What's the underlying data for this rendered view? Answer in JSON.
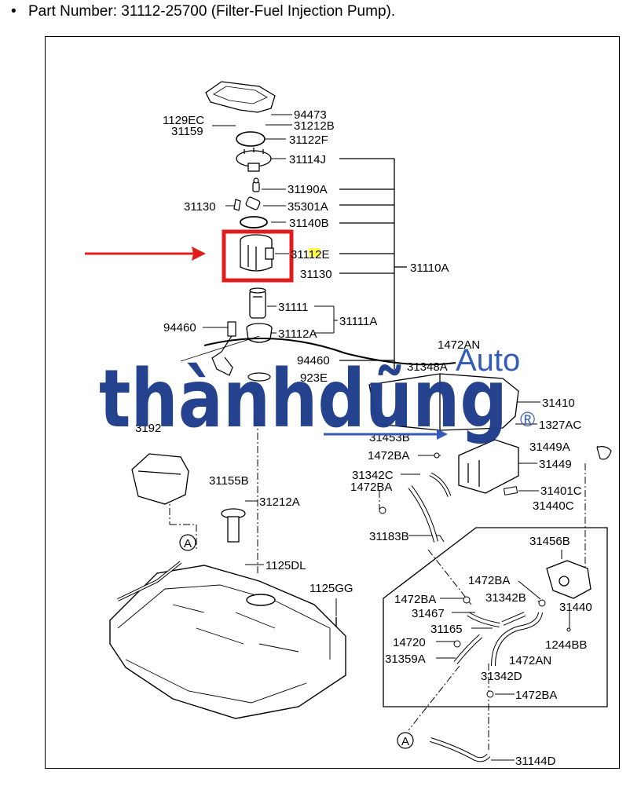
{
  "caption": {
    "bullet": "•",
    "text": "Part Number: 31112-25700 (Filter-Fuel Injection Pump)."
  },
  "highlight": {
    "box_color": "#e01c1c",
    "arrow_color": "#e01c1c"
  },
  "watermark": {
    "brand": "thànhdũng",
    "sub": "Auto",
    "mark": "®",
    "color": "#1e3c8c"
  },
  "labels": {
    "p94473": "94473",
    "p1129EC": "1129EC",
    "p31159": "31159",
    "p31212B": "31212B",
    "p31122F": "31122F",
    "p31114J": "31114J",
    "p31190A": "31190A",
    "p31130a": "31130",
    "p35301A": "35301A",
    "p31140B": "31140B",
    "p31112E": "31112E",
    "p31130b": "31130",
    "p31110A": "31110A",
    "p31111": "31111",
    "p94460a": "94460",
    "p31111A": "31111A",
    "p31112A": "31112A",
    "p1472AN_top": "1472AN",
    "p94460b": "94460",
    "p31348A": "31348A",
    "p923E": "923E",
    "p31410": "31410",
    "p1327AC": "1327AC",
    "p3192": "3192",
    "p31453B": "31453B",
    "p1472BA_1": "1472BA",
    "p31449A": "31449A",
    "p31449": "31449",
    "p31342C": "31342C",
    "p1472BA_2": "1472BA",
    "p31401C": "31401C",
    "p31440C": "31440C",
    "p31155B": "31155B",
    "p31212A": "31212A",
    "p31183B": "31183B",
    "p31456B": "31456B",
    "p1125DL": "1125DL",
    "p1125GG": "1125GG",
    "p1472BA_3": "1472BA",
    "p1472BA_4": "1472BA",
    "p31342B": "31342B",
    "p31467": "31467",
    "p31440": "31440",
    "p31165": "31165",
    "p14720": "14720",
    "p1244BB": "1244BB",
    "p31359A": "31359A",
    "p1472AN_bot": "1472AN",
    "p31342D": "31342D",
    "p1472BA_5": "1472BA",
    "p31144D": "31144D",
    "ref_a1": "A",
    "ref_a2": "A"
  }
}
